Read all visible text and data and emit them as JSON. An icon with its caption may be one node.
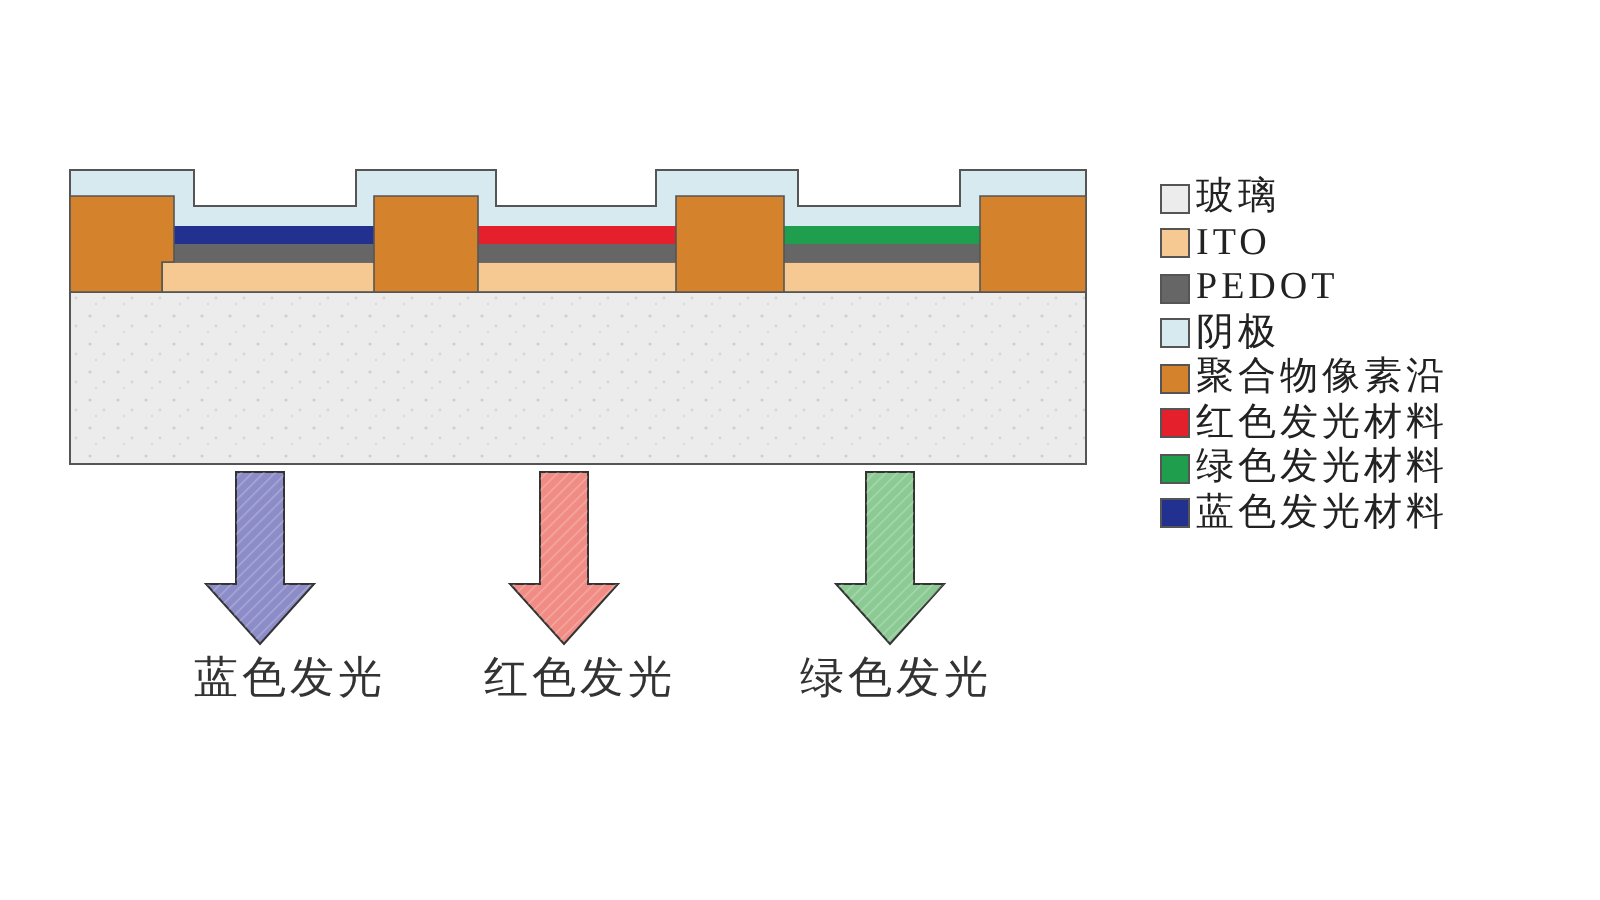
{
  "diagram": {
    "nodes": [
      {
        "text": [
          "蓝色发光"
        ]
      },
      {
        "text": [
          "红色发光"
        ]
      },
      {
        "text": [
          "绿色发光"
        ]
      }
    ],
    "edges": [
      {
        "from": null,
        "to": 0,
        "arrow": "to",
        "style": "thick",
        "color": "#8c8cc8"
      },
      {
        "from": null,
        "to": 1,
        "arrow": "to",
        "style": "thick",
        "color": "#f08c84"
      },
      {
        "from": null,
        "to": 2,
        "arrow": "to",
        "style": "thick",
        "color": "#8cca94"
      }
    ],
    "legend": [
      {
        "text": "玻璃",
        "color": "#ececec"
      },
      {
        "text": "ITO",
        "color": "#f6c992"
      },
      {
        "text": "PEDOT",
        "color": "#666666"
      },
      {
        "text": "阴极",
        "color": "#d6eaf0"
      },
      {
        "text": "聚合物像素沿",
        "color": "#d4832c"
      },
      {
        "text": "红色发光材料",
        "color": "#e3202c"
      },
      {
        "text": "绿色发光材料",
        "color": "#1f9e4e"
      },
      {
        "text": "蓝色发光材料",
        "color": "#22308f"
      }
    ]
  }
}
